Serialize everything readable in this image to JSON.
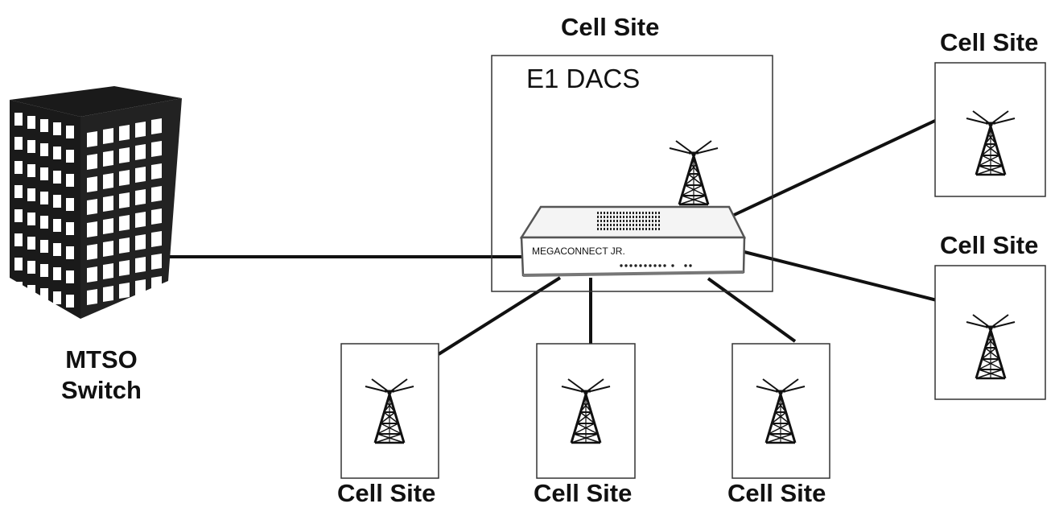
{
  "labels": {
    "top_cell_site": "Cell Site",
    "right_top_cell_site": "Cell Site",
    "right_mid_cell_site": "Cell Site",
    "bottom_cell_site_1": "Cell Site",
    "bottom_cell_site_2": "Cell Site",
    "bottom_cell_site_3": "Cell Site",
    "dacs": "E1 DACS",
    "device": "MEGACONNECT JR.",
    "mtso_line1": "MTSO",
    "mtso_line2": "Switch"
  },
  "icons": {
    "building": "office-building-icon",
    "tower": "cell-tower-icon",
    "device": "network-device-icon"
  }
}
